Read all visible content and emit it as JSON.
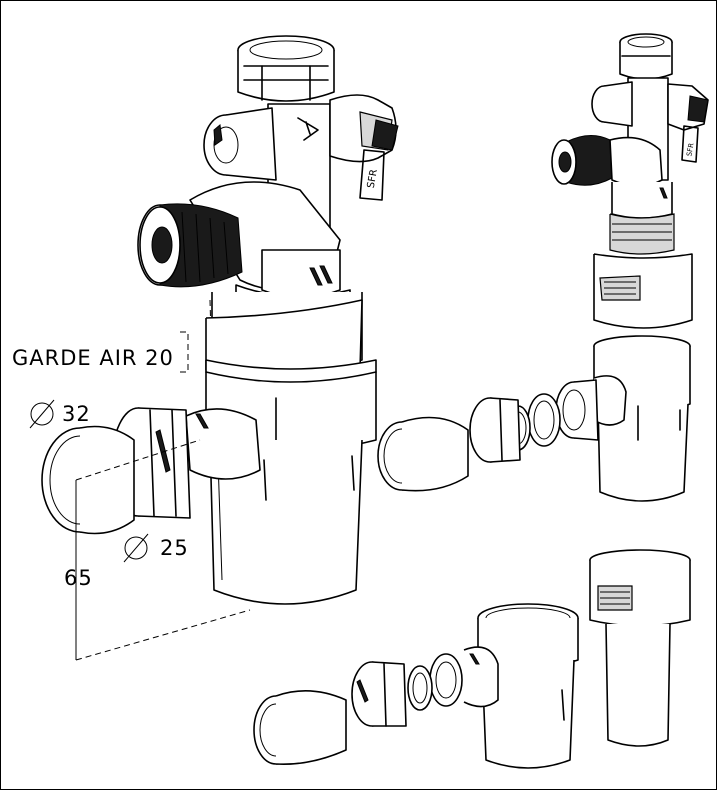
{
  "labels": {
    "garde_air": "GARDE AIR 20",
    "diam_32": "32",
    "diam_25": "25",
    "dim_65": "65"
  },
  "symbols": {
    "diameter": "∅"
  },
  "brand_mark": "SFR",
  "icons": [
    "diameter-icon",
    "valve-knob-icon",
    "valve-handle-icon"
  ]
}
